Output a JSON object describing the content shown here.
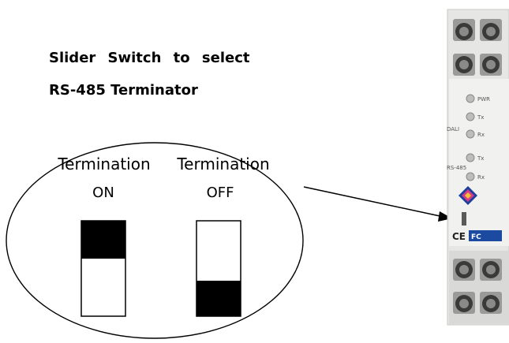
{
  "caption": {
    "line1": "Slider Switch to select",
    "line2": "RS-485 Terminator"
  },
  "switch_on": {
    "title": "Termination",
    "state": "ON",
    "slider_position": "top"
  },
  "switch_off": {
    "title": "Termination",
    "state": "OFF",
    "slider_position": "bottom"
  },
  "device": {
    "leds": [
      "PWR",
      "Tx",
      "Rx",
      "Tx",
      "Rx"
    ],
    "group_labels": [
      "DALI",
      "RS-485"
    ],
    "ce_mark": "CE",
    "fcc_mark": "FC"
  }
}
